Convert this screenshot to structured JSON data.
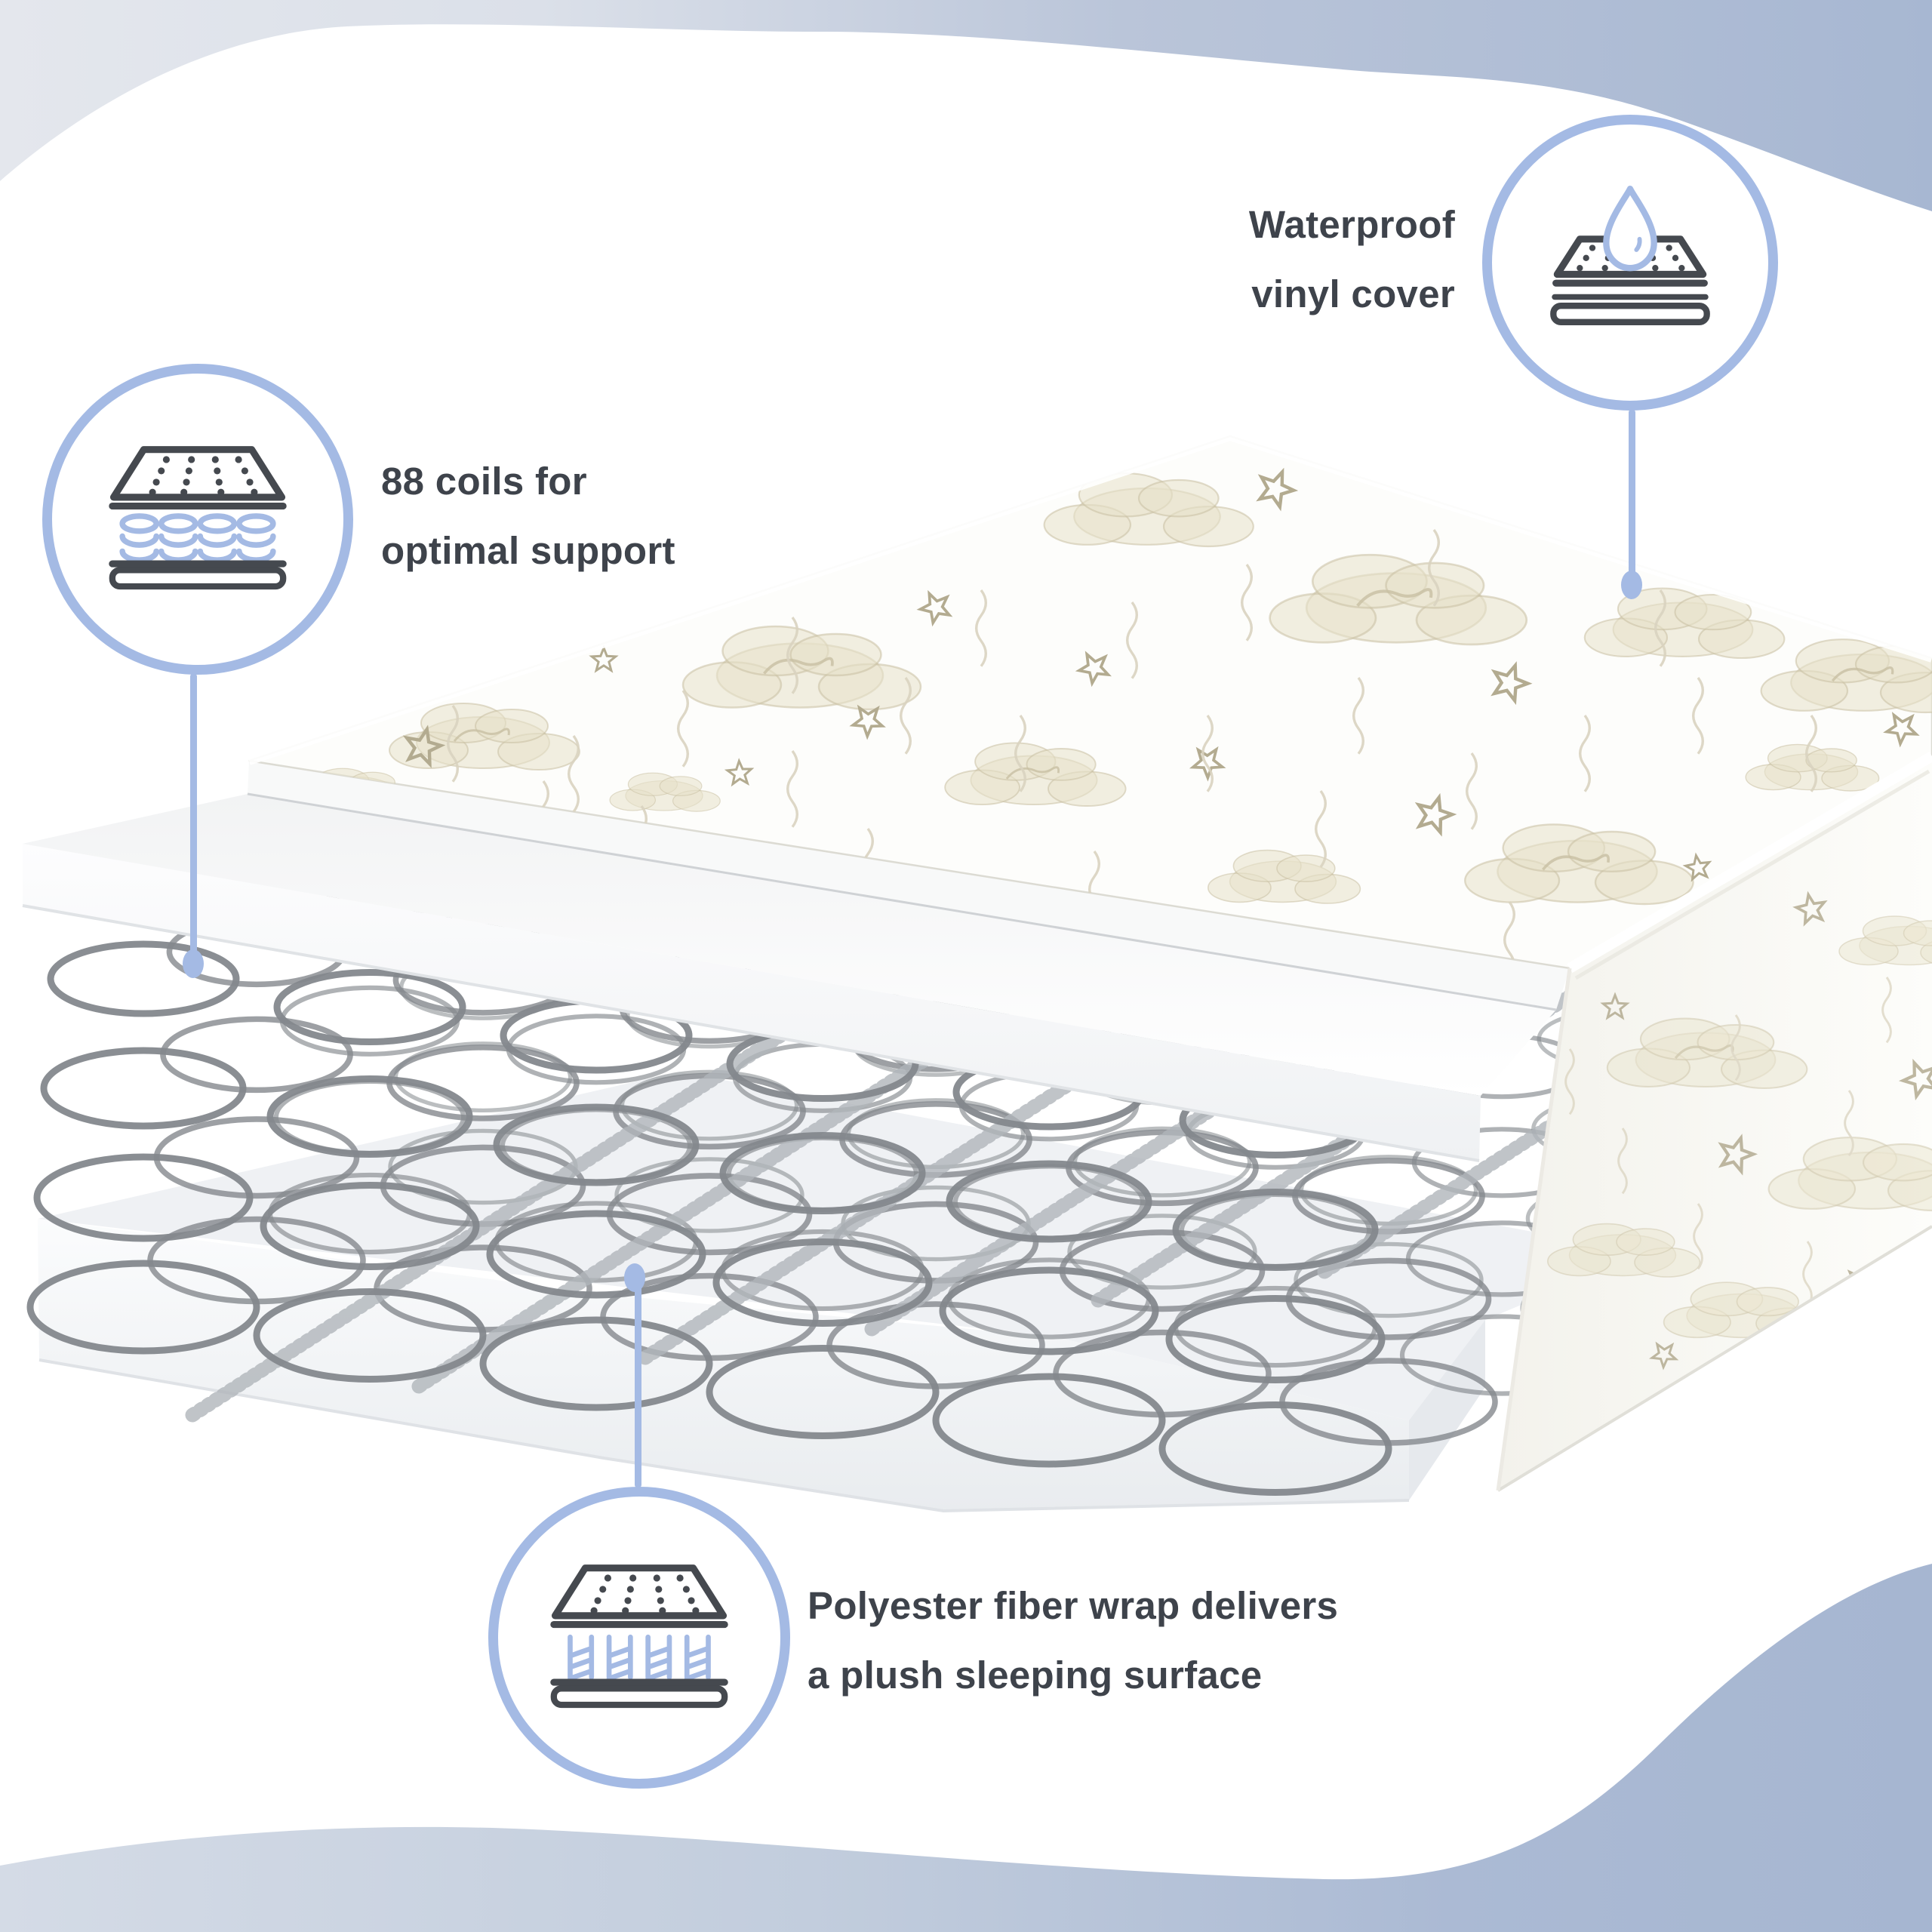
{
  "callouts": {
    "coils": {
      "line1": "88 coils for",
      "line2": "optimal support"
    },
    "waterproof": {
      "line1": "Waterproof",
      "line2": "vinyl cover"
    },
    "fiber": {
      "line1": "Polyester fiber wrap delivers",
      "line2": "a plush sleeping surface"
    }
  },
  "icons": {
    "coils": "innerspring-coils-mattress-icon",
    "waterproof": "waterproof-droplet-mattress-icon",
    "fiber": "polyester-fiber-mattress-icon"
  },
  "colors": {
    "accent": "#a4bae4",
    "text": "#3e434b",
    "icon_stroke": "#45494f",
    "coil_wire": "#84888d",
    "lacing_wire": "#b0b5ba",
    "cloud_fill": "#e8e1ca",
    "cloud_line": "#c8bfa2",
    "star_line": "#b3ab90",
    "squiggle_line": "#d9d3c0",
    "wave_top_left": "#e4e7ed",
    "wave_top_right": "#a7b7d2",
    "wave_bottom_left": "#d4dbe6",
    "wave_bottom_right": "#a6b6d1"
  }
}
